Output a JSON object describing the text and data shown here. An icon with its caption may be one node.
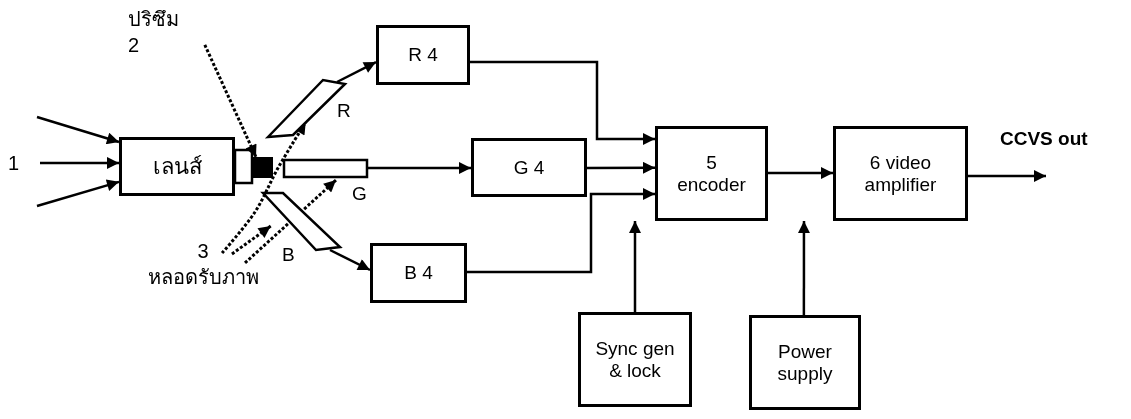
{
  "diagram": {
    "nodes": [
      {
        "text": [
          "เลนส์"
        ]
      },
      {
        "text": [],
        "shape": "box"
      },
      {
        "text": [],
        "shape": "bar",
        "beside": [
          "R"
        ]
      },
      {
        "text": [],
        "shape": "bar",
        "beside": [
          "G"
        ]
      },
      {
        "text": [],
        "shape": "bar",
        "beside": [
          "B"
        ]
      },
      {
        "text": [
          "R 4"
        ]
      },
      {
        "text": [
          "G 4"
        ]
      },
      {
        "text": [
          "B 4"
        ]
      },
      {
        "text": [
          "5 encoder"
        ]
      },
      {
        "text": [
          "6 video amplifier"
        ]
      },
      {
        "text": [
          "Sync gen & lock"
        ]
      },
      {
        "text": [
          "Power supply"
        ]
      },
      {
        "text": [
          "ปริซึม",
          "2"
        ]
      },
      {
        "text": [
          "3",
          "หลอดรับภาพ"
        ]
      }
    ],
    "edges": [
      {
        "from": null,
        "to": 0,
        "arrow": "to"
      },
      {
        "from": null,
        "to": 0,
        "arrow": "to"
      },
      {
        "from": null,
        "to": 0,
        "arrow": "to"
      },
      {
        "from": 2,
        "to": 5,
        "arrow": "to"
      },
      {
        "from": 3,
        "to": 6,
        "arrow": "to"
      },
      {
        "from": 4,
        "to": 7,
        "arrow": "to"
      },
      {
        "from": 5,
        "to": 8,
        "arrow": "to"
      },
      {
        "from": 6,
        "to": 8,
        "arrow": "to"
      },
      {
        "from": 7,
        "to": 8,
        "arrow": "to"
      },
      {
        "from": 10,
        "to": 8,
        "arrow": "to"
      },
      {
        "from": 8,
        "to": 9,
        "arrow": "to"
      },
      {
        "from": 11,
        "to": 9,
        "arrow": "to"
      },
      {
        "from": 9,
        "to": null,
        "arrow": "to",
        "label": "CCVS out"
      },
      {
        "from": 12,
        "to": 1,
        "arrow": "to",
        "style": "dashed"
      },
      {
        "from": 13,
        "to": 2,
        "arrow": "to",
        "style": "dashed"
      },
      {
        "from": 13,
        "to": 4,
        "arrow": "to",
        "style": "dashed"
      },
      {
        "from": 13,
        "to": 3,
        "arrow": "to",
        "style": "dashed"
      }
    ],
    "labels": [
      "1"
    ]
  }
}
